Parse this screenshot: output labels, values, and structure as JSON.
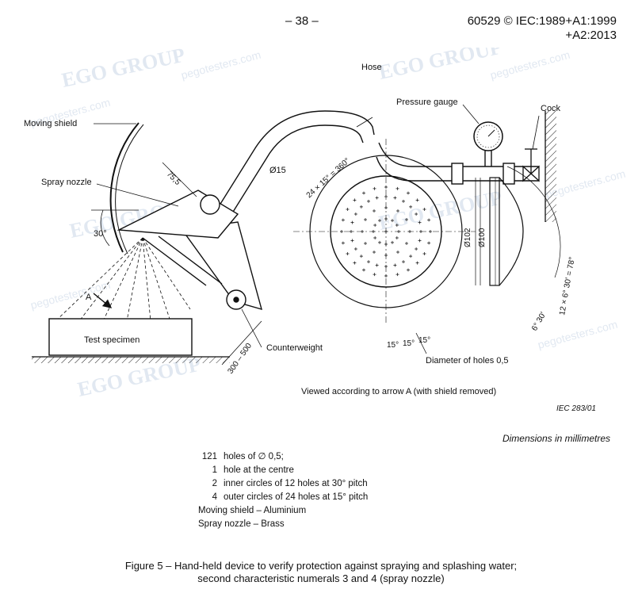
{
  "header": {
    "page_number": "– 38 –",
    "standard_line1": "60529 © IEC:1989+A1:1999",
    "standard_line2": "+A2:2013"
  },
  "figure": {
    "labels": {
      "hose": "Hose",
      "moving_shield": "Moving shield",
      "pressure_gauge": "Pressure gauge",
      "cock": "Cock",
      "spray_nozzle": "Spray nozzle",
      "dim_75_5": "75,5",
      "dim_d15": "Ø15",
      "angle_30": "30°",
      "arrow_a": "A",
      "test_specimen": "Test specimen",
      "counterweight": "Counterweight",
      "dim_300_500": "300 – 500",
      "holes_angle": "24 × 15° = 360°",
      "dim_d102": "Ø102",
      "dim_d100": "Ø100",
      "pitch_15a": "15°",
      "pitch_15b": "15°",
      "pitch_15c": "15°",
      "diameter_holes": "Diameter of holes 0,5",
      "angle_6_30": "6° 30'",
      "angle_total": "12 × 6° 30' = 78°",
      "viewed": "Viewed according to arrow A (with shield removed)"
    },
    "iec_ref": "IEC   283/01",
    "watermark_brand": "EGO GROUP",
    "watermark_site": "pegotesters.com"
  },
  "dimensions_note": "Dimensions in millimetres",
  "notes": [
    {
      "num": "121",
      "text": "holes of ∅ 0,5;"
    },
    {
      "num": "1",
      "text": "hole at the centre"
    },
    {
      "num": "2",
      "text": "inner circles of 12 holes at 30° pitch"
    },
    {
      "num": "4",
      "text": "outer circles of 24 holes at 15° pitch"
    },
    {
      "num": "",
      "text": "Moving shield – Aluminium"
    },
    {
      "num": "",
      "text": "Spray nozzle – Brass"
    }
  ],
  "caption_line1": "Figure 5 – Hand-held device to verify protection against spraying and splashing water;",
  "caption_line2": "second characteristic numerals 3 and 4 (spray nozzle)"
}
